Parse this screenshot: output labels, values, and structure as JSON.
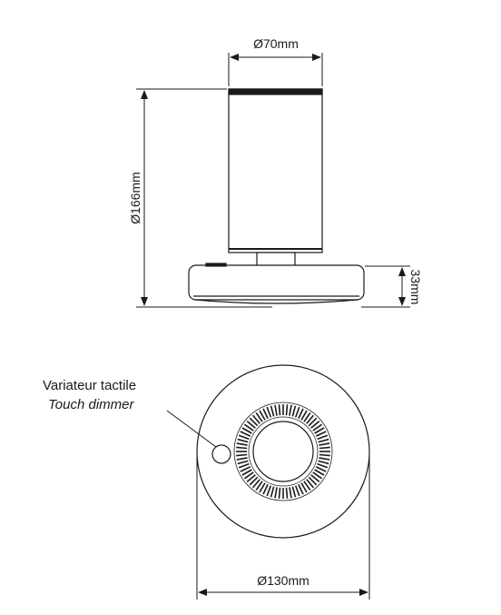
{
  "dimensions": {
    "top_width": "Ø70mm",
    "height": "Ø166mm",
    "base_height": "33mm",
    "base_diameter": "Ø130mm"
  },
  "callout": {
    "line1": "Variateur tactile",
    "line2": "Touch dimmer"
  }
}
